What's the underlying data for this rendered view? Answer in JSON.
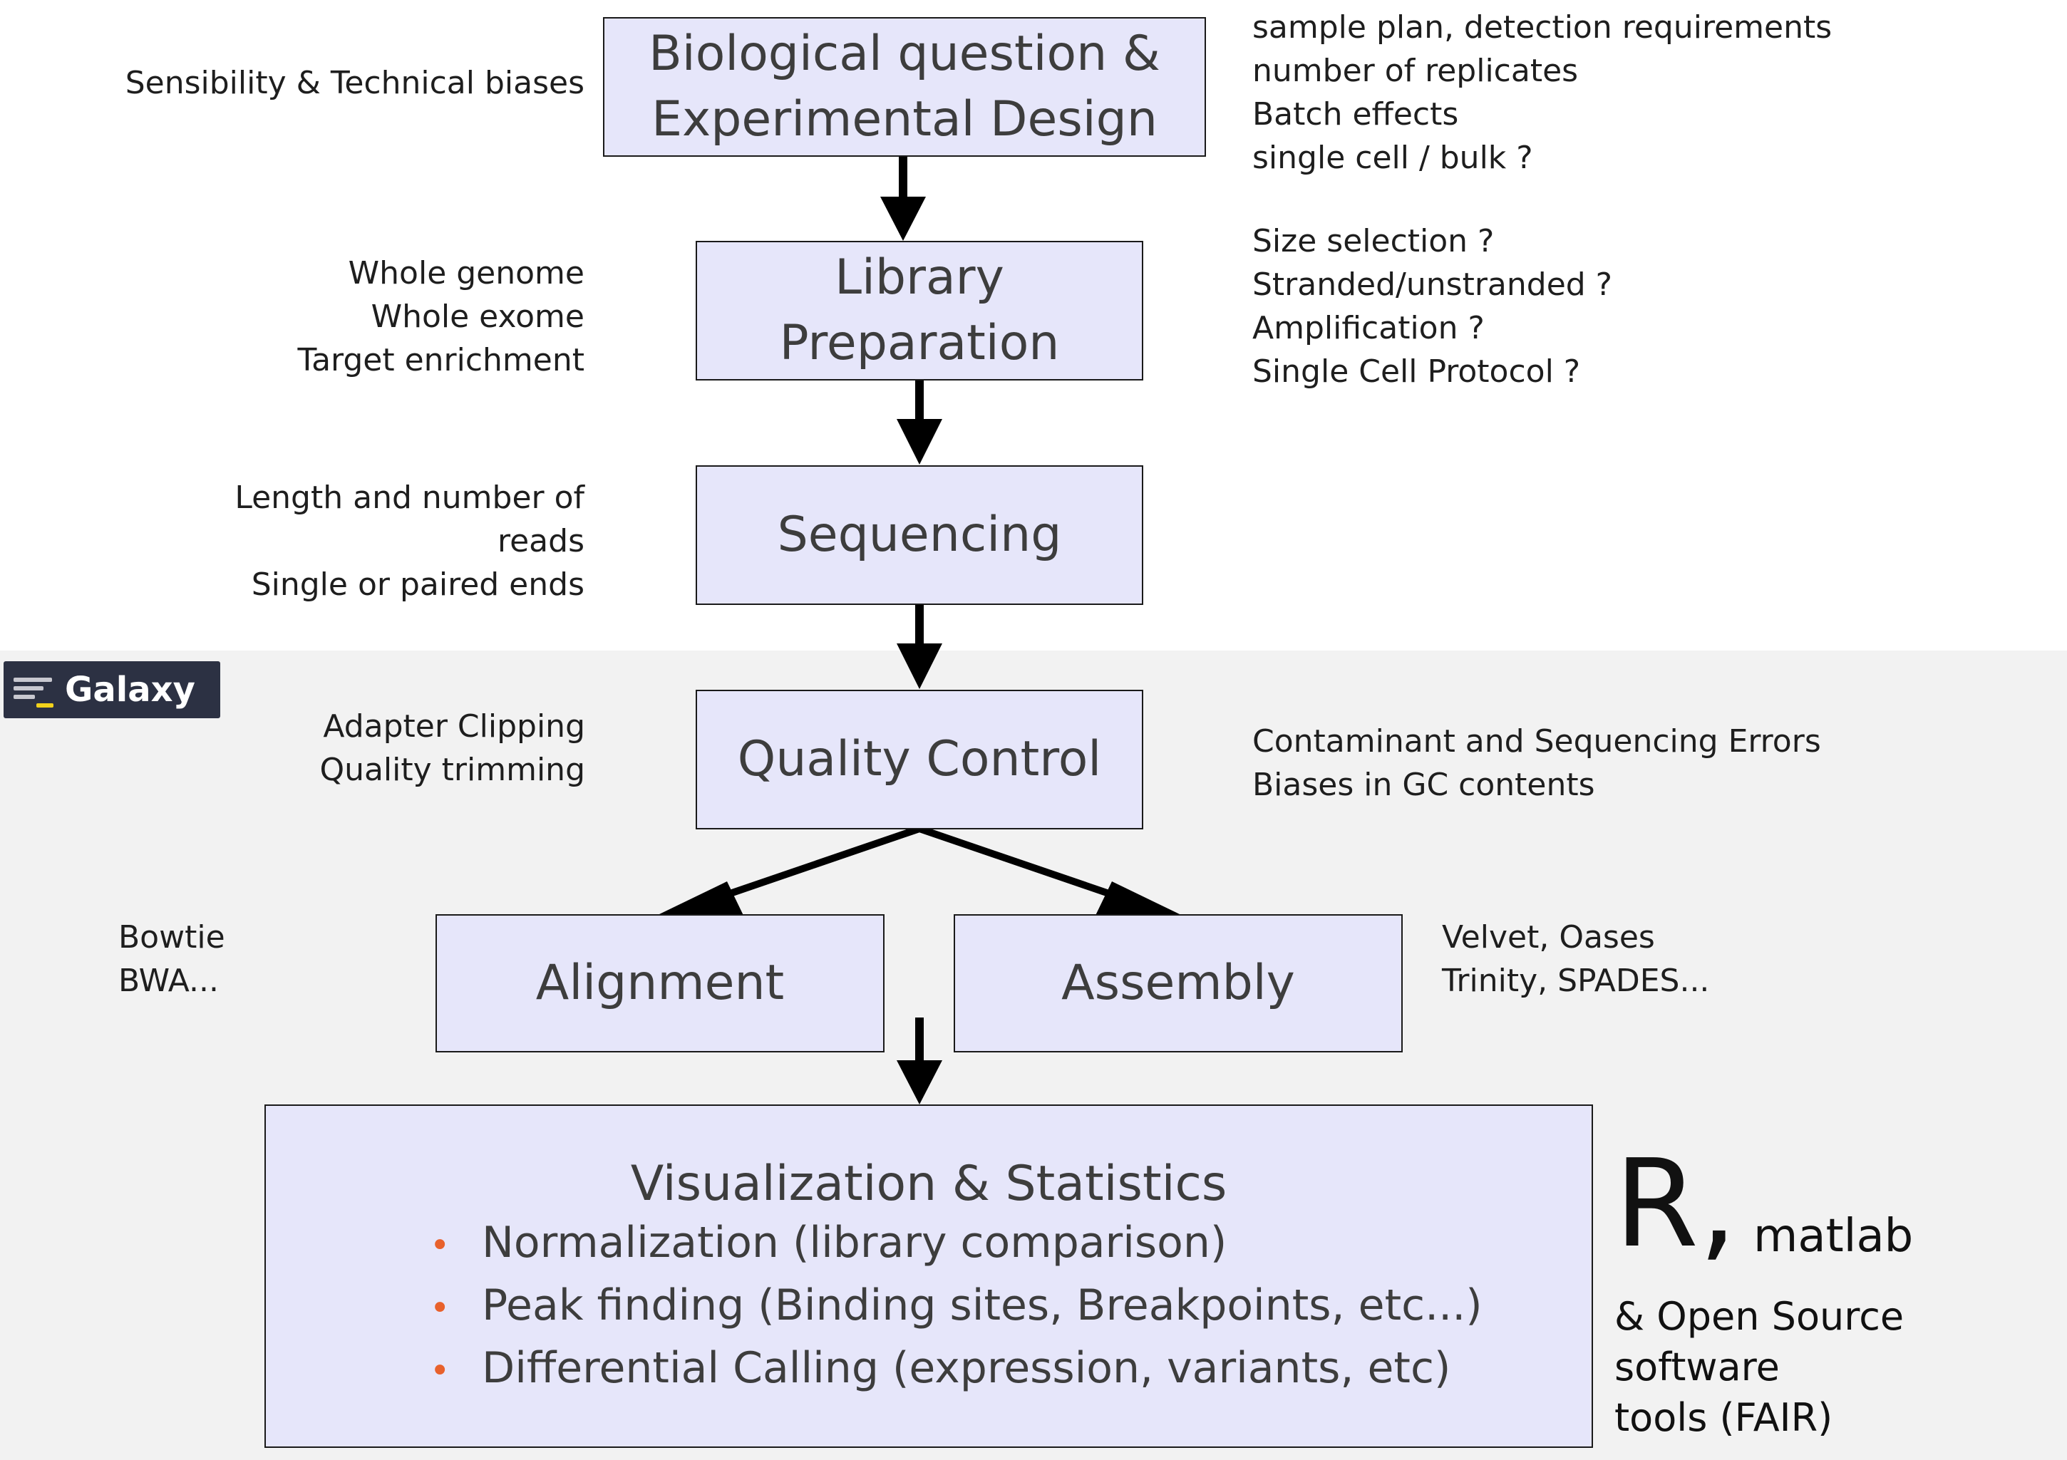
{
  "boxes": {
    "design": [
      "Biological question &",
      "Experimental Design"
    ],
    "library": [
      "Library",
      "Preparation"
    ],
    "sequencing": "Sequencing",
    "qc": "Quality Control",
    "alignment": "Alignment",
    "assembly": "Assembly"
  },
  "visualization": {
    "title": "Visualization & Statistics",
    "items": [
      "Normalization (library comparison)",
      "Peak finding (Binding sites, Breakpoints, etc...)",
      "Differential Calling (expression, variants, etc)"
    ],
    "bullet": "•"
  },
  "notes": {
    "design_left": "Sensibility & Technical biases",
    "design_right": [
      "sample plan, detection requirements",
      "number of replicates",
      "Batch effects",
      "single cell / bulk ?"
    ],
    "library_left": [
      "Whole genome",
      "Whole exome",
      "Target enrichment"
    ],
    "library_right": [
      "Size selection ?",
      "Stranded/unstranded ?",
      "Amplification ?",
      "Single Cell Protocol ?"
    ],
    "sequencing_left": [
      "Length and number of",
      "reads",
      "Single or paired ends"
    ],
    "qc_left": [
      "Adapter Clipping",
      "Quality trimming"
    ],
    "qc_right": [
      "Contaminant and Sequencing Errors",
      "Biases in GC contents"
    ],
    "alignment_left": [
      "Bowtie",
      "BWA..."
    ],
    "assembly_right": [
      "Velvet, Oases",
      "Trinity, SPADES..."
    ]
  },
  "tools": {
    "r_label": "R,",
    "matlab_label": "matlab",
    "oss_lines": [
      "& Open Source software",
      "tools (FAIR)"
    ]
  },
  "galaxy": {
    "label": "Galaxy",
    "icon": "galaxy-logo-icon"
  },
  "colors": {
    "box_fill": "#e6e6fa",
    "box_border": "#1a1a1a",
    "box_text": "#3d3d3d",
    "bullet": "#e8612c",
    "band_background": "#f2f2f2",
    "galaxy_badge": "#2c3143"
  }
}
